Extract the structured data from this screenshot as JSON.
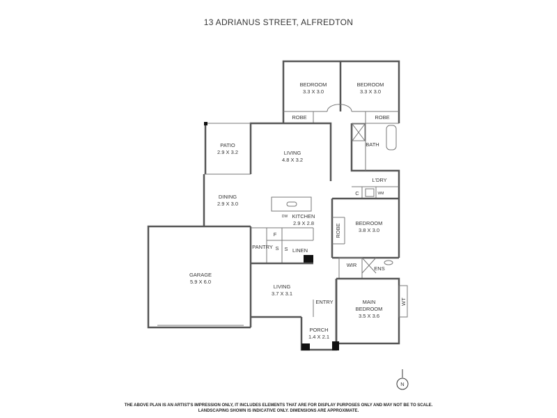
{
  "title": "13 ADRIANUS STREET, ALFREDTON",
  "rooms": {
    "bedroom1": {
      "name": "BEDROOM",
      "dims": "3.3 X 3.0"
    },
    "bedroom2": {
      "name": "BEDROOM",
      "dims": "3.3 X 3.0"
    },
    "robe1": "ROBE",
    "robe2": "ROBE",
    "patio": {
      "name": "PATIO",
      "dims": "2.9 X 3.2"
    },
    "living1": {
      "name": "LIVING",
      "dims": "4.8 X 3.2"
    },
    "bath": "BATH",
    "laundry": "L'DRY",
    "cupboard": "C",
    "wm": "WM",
    "dining": {
      "name": "DINING",
      "dims": "2.9 X 3.0"
    },
    "dw": "DW",
    "kitchen": {
      "name": "KITCHEN",
      "dims": "2.9 X 2.8"
    },
    "fridge": "F",
    "pantry": "PANTRY",
    "store1": "S",
    "store2": "S",
    "linen": "LINEN",
    "bedroom3": {
      "name": "BEDROOM",
      "dims": "3.8 X 3.0"
    },
    "robe3": "ROBE",
    "wir": "WIR",
    "ens": "ENS",
    "garage": {
      "name": "GARAGE",
      "dims": "5.9 X 6.0"
    },
    "living2": {
      "name": "LIVING",
      "dims": "3.7 X 3.1"
    },
    "entry": "ENTRY",
    "main_bedroom": {
      "name": "MAIN",
      "name2": "BEDROOM",
      "dims": "3.5 X 3.6"
    },
    "wt": "WT",
    "porch": {
      "name": "PORCH",
      "dims": "1.4 X 2.1"
    }
  },
  "compass": "N",
  "disclaimer": {
    "line1": "THE ABOVE PLAN IS AN ARTIST'S IMPRESSION ONLY, IT INCLUDES ELEMENTS THAT ARE FOR DISPLAY PURPOSES ONLY AND MAY NOT BE TO SCALE.",
    "line2": "LANDSCAPING SHOWN IS INDICATIVE ONLY. DIMENSIONS ARE APPROXIMATE."
  }
}
